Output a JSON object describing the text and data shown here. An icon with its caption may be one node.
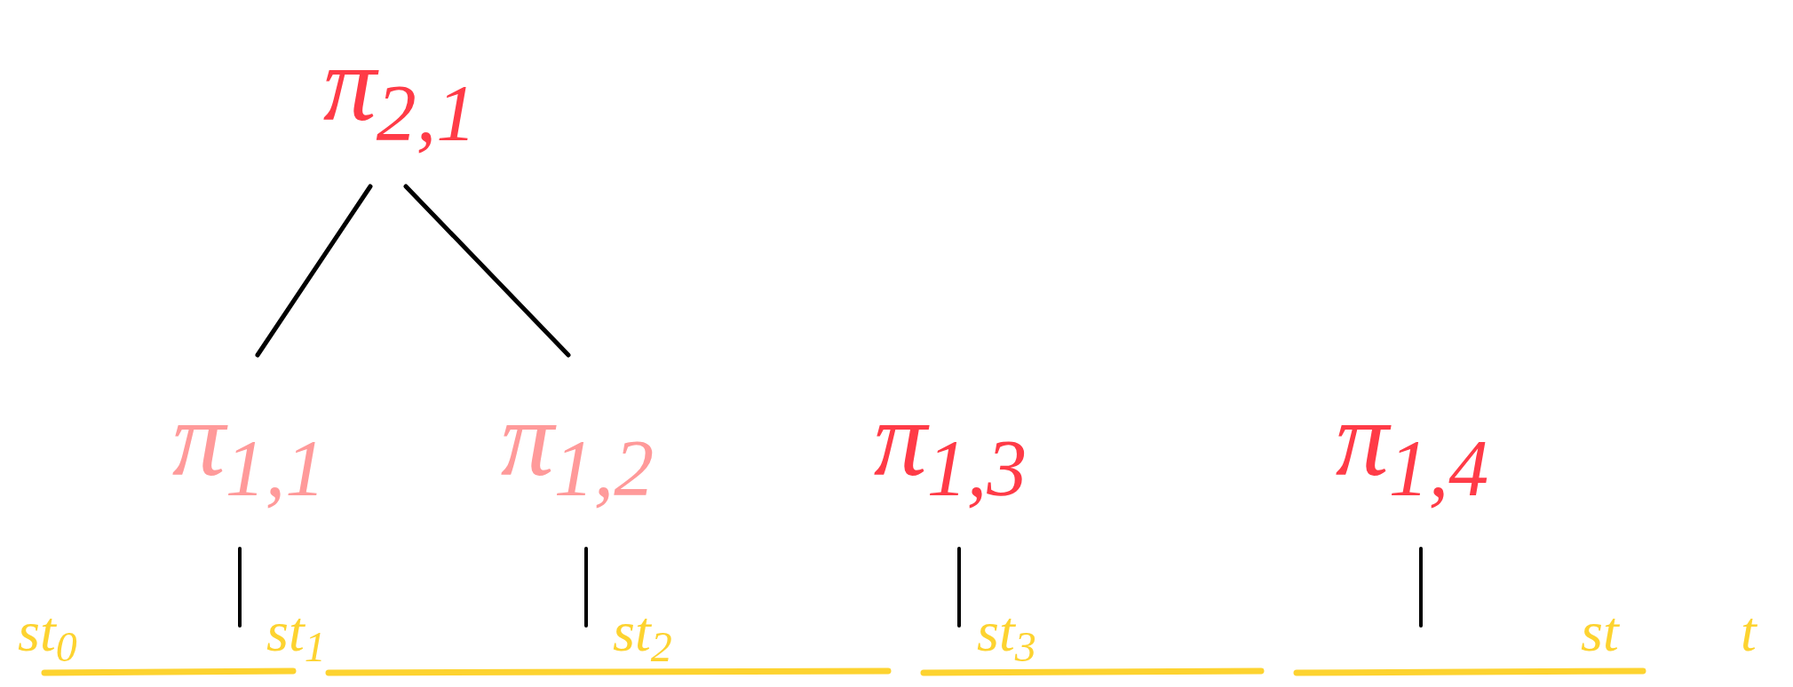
{
  "diagram": {
    "nodes": [
      {
        "text": [
          "π$_{2,1}$"
        ]
      },
      {
        "text": [
          "π$_{1,1}$"
        ]
      },
      {
        "text": [
          "π$_{1,2}$"
        ]
      },
      {
        "text": [
          "π$_{1,3}$"
        ]
      },
      {
        "text": [
          "π$_{1,4}$"
        ]
      }
    ],
    "edges": [
      {
        "from": 0,
        "to": 1,
        "arrow": "none"
      },
      {
        "from": 0,
        "to": 2,
        "arrow": "none"
      }
    ],
    "labels": [
      "st$_{0}$",
      "st$_{1}$",
      "st$_{2}$",
      "st$_{3}$",
      "st",
      "t"
    ]
  }
}
